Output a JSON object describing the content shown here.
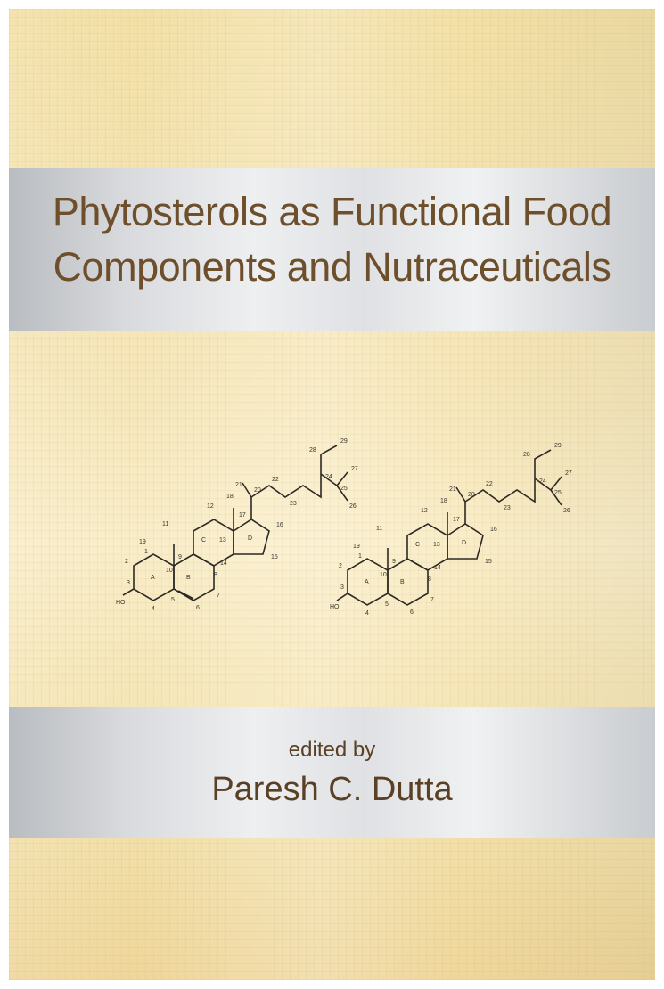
{
  "cover": {
    "title_line1": "Phytosterols as Functional Food",
    "title_line2": "Components and Nutraceuticals",
    "edited_by": "edited by",
    "author": "Paresh C. Dutta"
  },
  "structures": [
    {
      "name": "left-sterol",
      "labels": [
        "HO",
        "1",
        "2",
        "3",
        "4",
        "5",
        "6",
        "7",
        "8",
        "9",
        "10",
        "11",
        "12",
        "13",
        "14",
        "15",
        "16",
        "17",
        "18",
        "19",
        "20",
        "21",
        "22",
        "23",
        "24",
        "25",
        "26",
        "27",
        "28",
        "29",
        "A",
        "B",
        "C",
        "D"
      ]
    },
    {
      "name": "right-sterol",
      "labels": [
        "HO",
        "1",
        "2",
        "3",
        "4",
        "5",
        "6",
        "7",
        "8",
        "9",
        "10",
        "11",
        "12",
        "13",
        "14",
        "15",
        "16",
        "17",
        "18",
        "19",
        "20",
        "21",
        "22",
        "23",
        "24",
        "25",
        "26",
        "27",
        "28",
        "29",
        "A",
        "B",
        "C",
        "D"
      ]
    }
  ],
  "colors": {
    "title": "#6e4f2b",
    "text": "#5a4024",
    "band": "#d8dadd",
    "background": "#f6e7bb"
  }
}
